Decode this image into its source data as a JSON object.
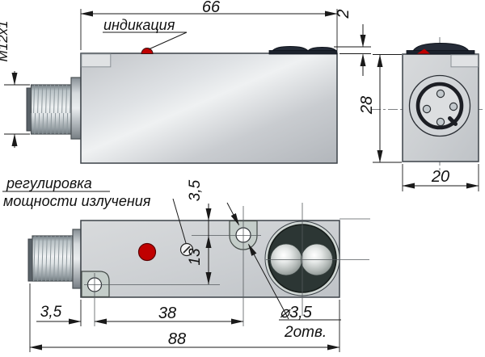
{
  "drawing": {
    "title_context": "sensor-dimension-drawing",
    "labels": {
      "indication": "индикация",
      "adjustment_line1": "регулировка",
      "adjustment_line2": "мощности излучения",
      "thread": "M12x1",
      "holes_diameter": "⌀3,5",
      "holes_count": "2отв."
    },
    "dimensions": {
      "body_length_top": "66",
      "lens_height": "2",
      "body_height": "28",
      "body_width": "20",
      "hole_offset_top": "3,5",
      "hole_vertical_spacing": "13",
      "hole_offset_left": "3,5",
      "hole_horizontal_spacing": "38",
      "total_length": "88"
    },
    "colors": {
      "led_red": "#c00000",
      "led_red_dark": "#5a0000",
      "body_gray": "#ced1d4",
      "optics_dark": "#2c3634",
      "lens_dome_dark": "#242b37",
      "line_black": "#1a1a1a",
      "lug_gray_green": "#c4cdc9"
    }
  }
}
